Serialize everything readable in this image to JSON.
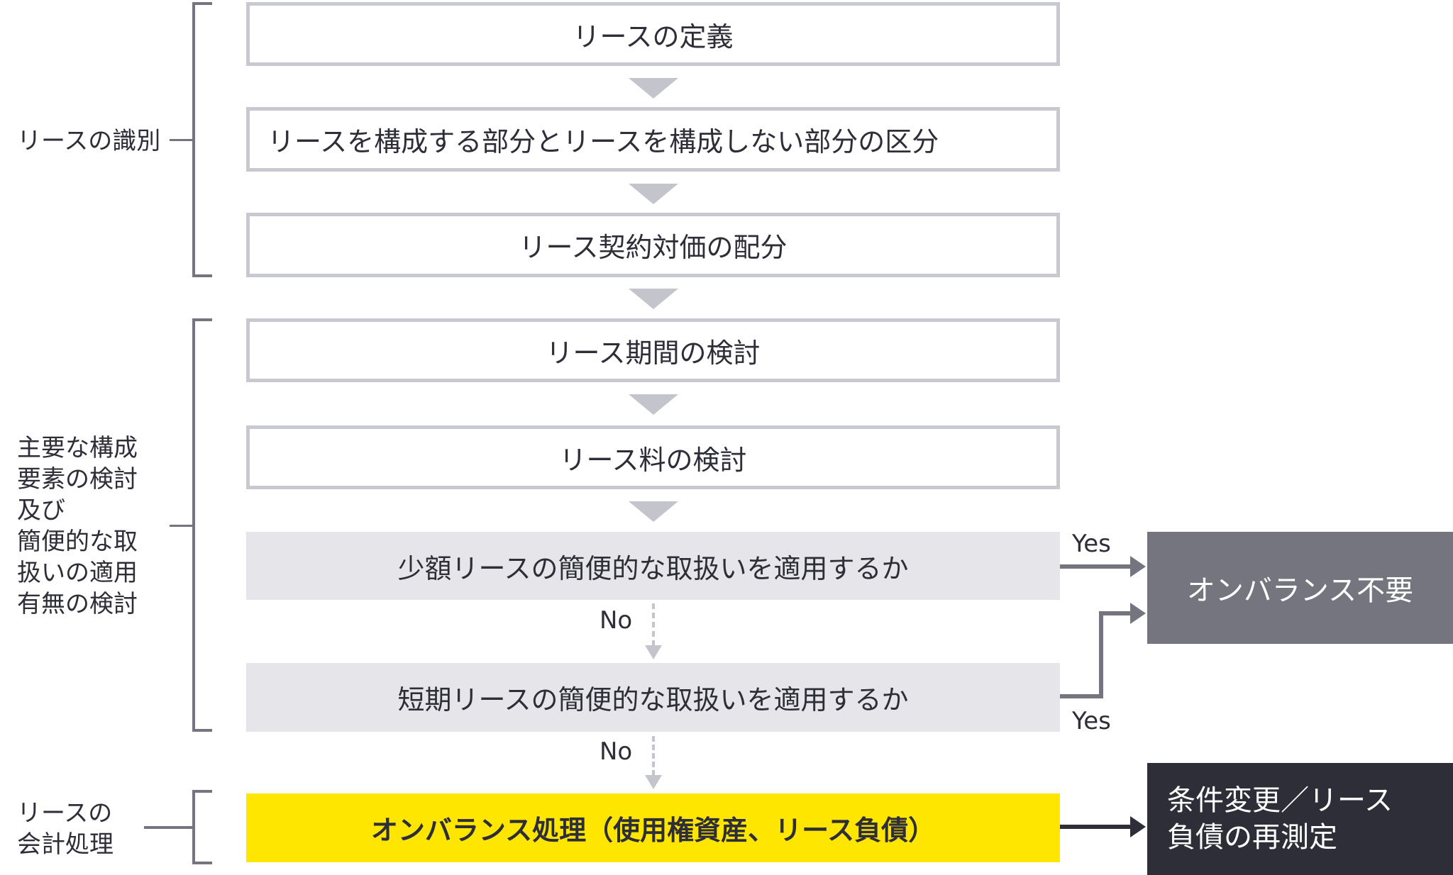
{
  "steps": [
    "リースの定義",
    "リースを構成する部分とリースを構成しない部分の区分",
    "リース契約対価の配分",
    "リース期間の検討",
    "リース料の検討",
    "少額リースの簡便的な取扱いを適用するか",
    "短期リースの簡便的な取扱いを適用するか",
    "オンバランス処理（使用権資産、リース負債）"
  ],
  "groups": {
    "identification": "リースの識別",
    "elements": [
      "主要な構成",
      "要素の検討",
      "及び",
      "簡便的な取",
      "扱いの適用",
      "有無の検討"
    ],
    "accounting": [
      "リースの",
      "会計処理"
    ]
  },
  "labels": {
    "yes": "Yes",
    "no": "No"
  },
  "outcomes": {
    "no_onbalance": "オンバランス不要",
    "remeasure": [
      "条件変更／リース",
      "負債の再測定"
    ]
  },
  "colors": {
    "yellow": "#ffe600",
    "gray": "#75757f",
    "dark": "#2e2e38",
    "border": "#c8c8d0"
  }
}
